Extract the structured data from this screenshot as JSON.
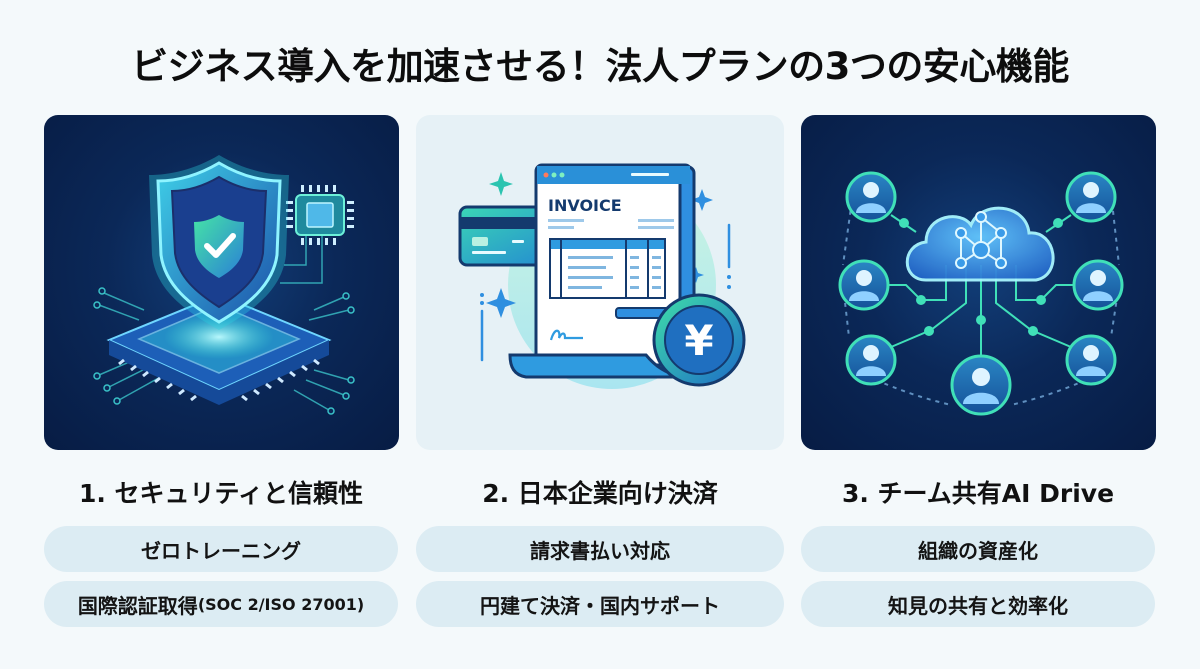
{
  "header": {
    "title": "ビジネス導入を加速させる！法人プランの3つの安心機能"
  },
  "features": [
    {
      "title": "1. セキュリティと信頼性",
      "illustration": "shield-chip-security",
      "points": [
        {
          "label": "ゼロトレーニング"
        },
        {
          "label_main": "国際認証取得",
          "label_sub": "(SOC 2/ISO 27001)"
        }
      ]
    },
    {
      "title": "2. 日本企業向け決済",
      "illustration": "invoice-yen-payment",
      "invoice_label": "INVOICE",
      "currency_symbol": "¥",
      "points": [
        {
          "label": "請求書払い対応"
        },
        {
          "label": "円建て決済・国内サポート"
        }
      ]
    },
    {
      "title": "3. チーム共有AI Drive",
      "illustration": "cloud-team-network",
      "points": [
        {
          "label": "組織の資産化"
        },
        {
          "label": "知見の共有と効率化"
        }
      ]
    }
  ],
  "colors": {
    "background": "#f4f9fb",
    "card_dark": "#0b2858",
    "card_light": "#e6f1f6",
    "pill": "#dcecf3",
    "accent_teal": "#3fe0c5",
    "accent_blue": "#2f8fe0"
  }
}
